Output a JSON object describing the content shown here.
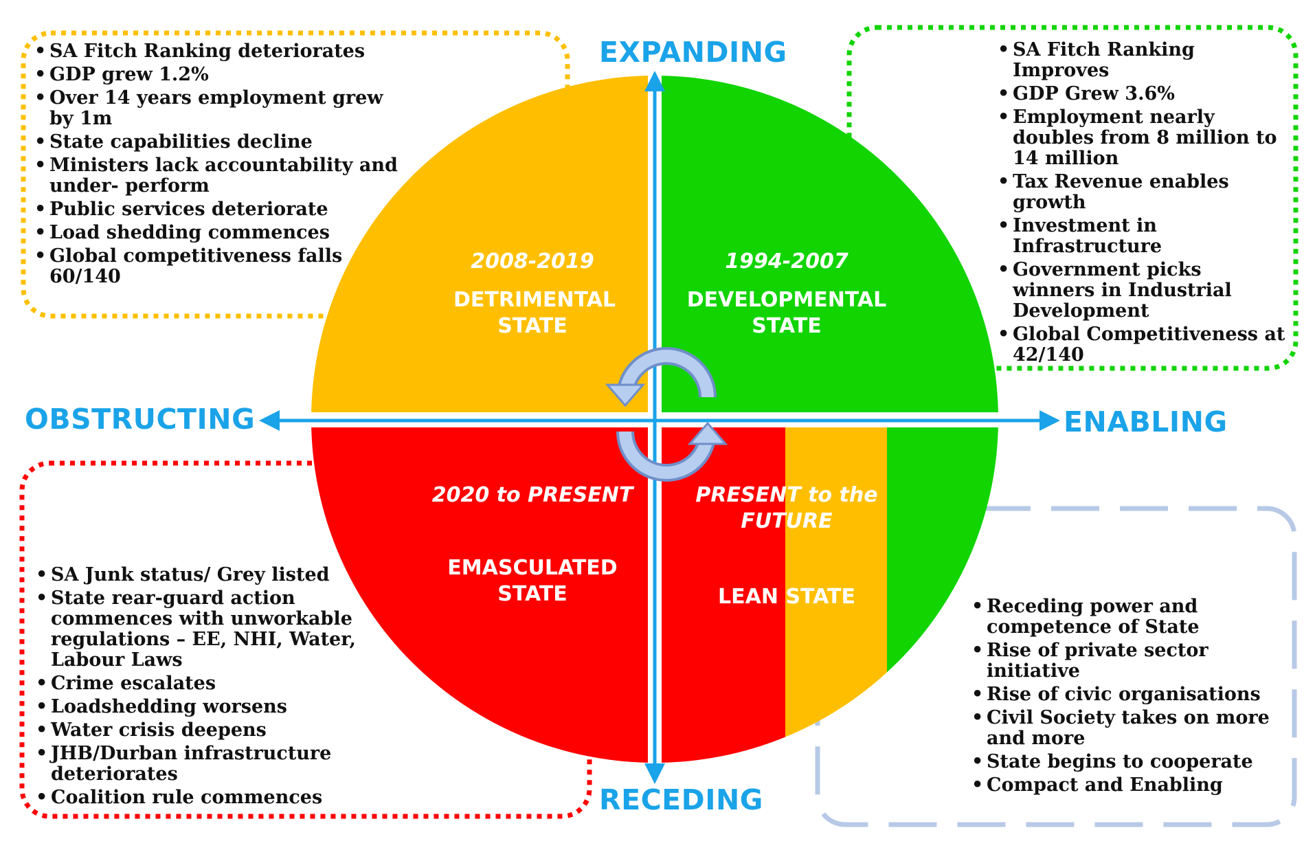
{
  "axes": {
    "top": "EXPANDING",
    "bottom": "RECEDING",
    "left": "OBSTRUCTING",
    "right": "ENABLING"
  },
  "quadrants": {
    "top_left": {
      "years": "2008-2019",
      "name": "DETRIMENTAL STATE"
    },
    "top_right": {
      "years": "1994-2007",
      "name": "DEVELOPMENTAL STATE"
    },
    "bottom_left": {
      "years": "2020 to PRESENT",
      "name": "EMASCULATED STATE"
    },
    "bottom_right": {
      "years": "PRESENT to the FUTURE",
      "name": "LEAN STATE"
    }
  },
  "boxes": {
    "top_left": [
      "SA Fitch Ranking deteriorates",
      "GDP grew 1.2%",
      "Over 14 years employment grew by 1m",
      "State capabilities decline",
      "Ministers lack accountability and under- perform",
      "Public services deteriorate",
      "Load shedding commences",
      "Global competitiveness falls 60/140"
    ],
    "top_right": [
      "SA Fitch Ranking Improves",
      "GDP Grew 3.6%",
      "Employment nearly doubles from 8 million to 14 million",
      "Tax Revenue enables growth",
      "Investment in Infrastructure",
      "Government picks winners in Industrial Development",
      "Global Competitiveness at 42/140"
    ],
    "bottom_left": [
      "SA Junk status/ Grey listed",
      "State rear-guard action commences with unworkable regulations – EE, NHI, Water, Labour Laws",
      "Crime escalates",
      "Loadshedding worsens",
      "Water crisis deepens",
      "JHB/Durban infrastructure deteriorates",
      "Coalition rule commences"
    ],
    "bottom_right": [
      "Receding power and competence of State",
      "Rise of private sector initiative",
      "Rise of civic organisations",
      "Civil Society takes on more and more",
      "State begins to cooperate",
      "Compact and Enabling"
    ]
  },
  "colors": {
    "orange": "#ffbf00",
    "green": "#11d400",
    "red": "#ff0000",
    "axis_blue": "#1aa3e8",
    "arrow_fill": "#b8cef0",
    "arrow_stroke": "#6f8fc9",
    "dashed_box": "#b7c9e6"
  },
  "icons": [
    "cycle-arrow-icon"
  ]
}
